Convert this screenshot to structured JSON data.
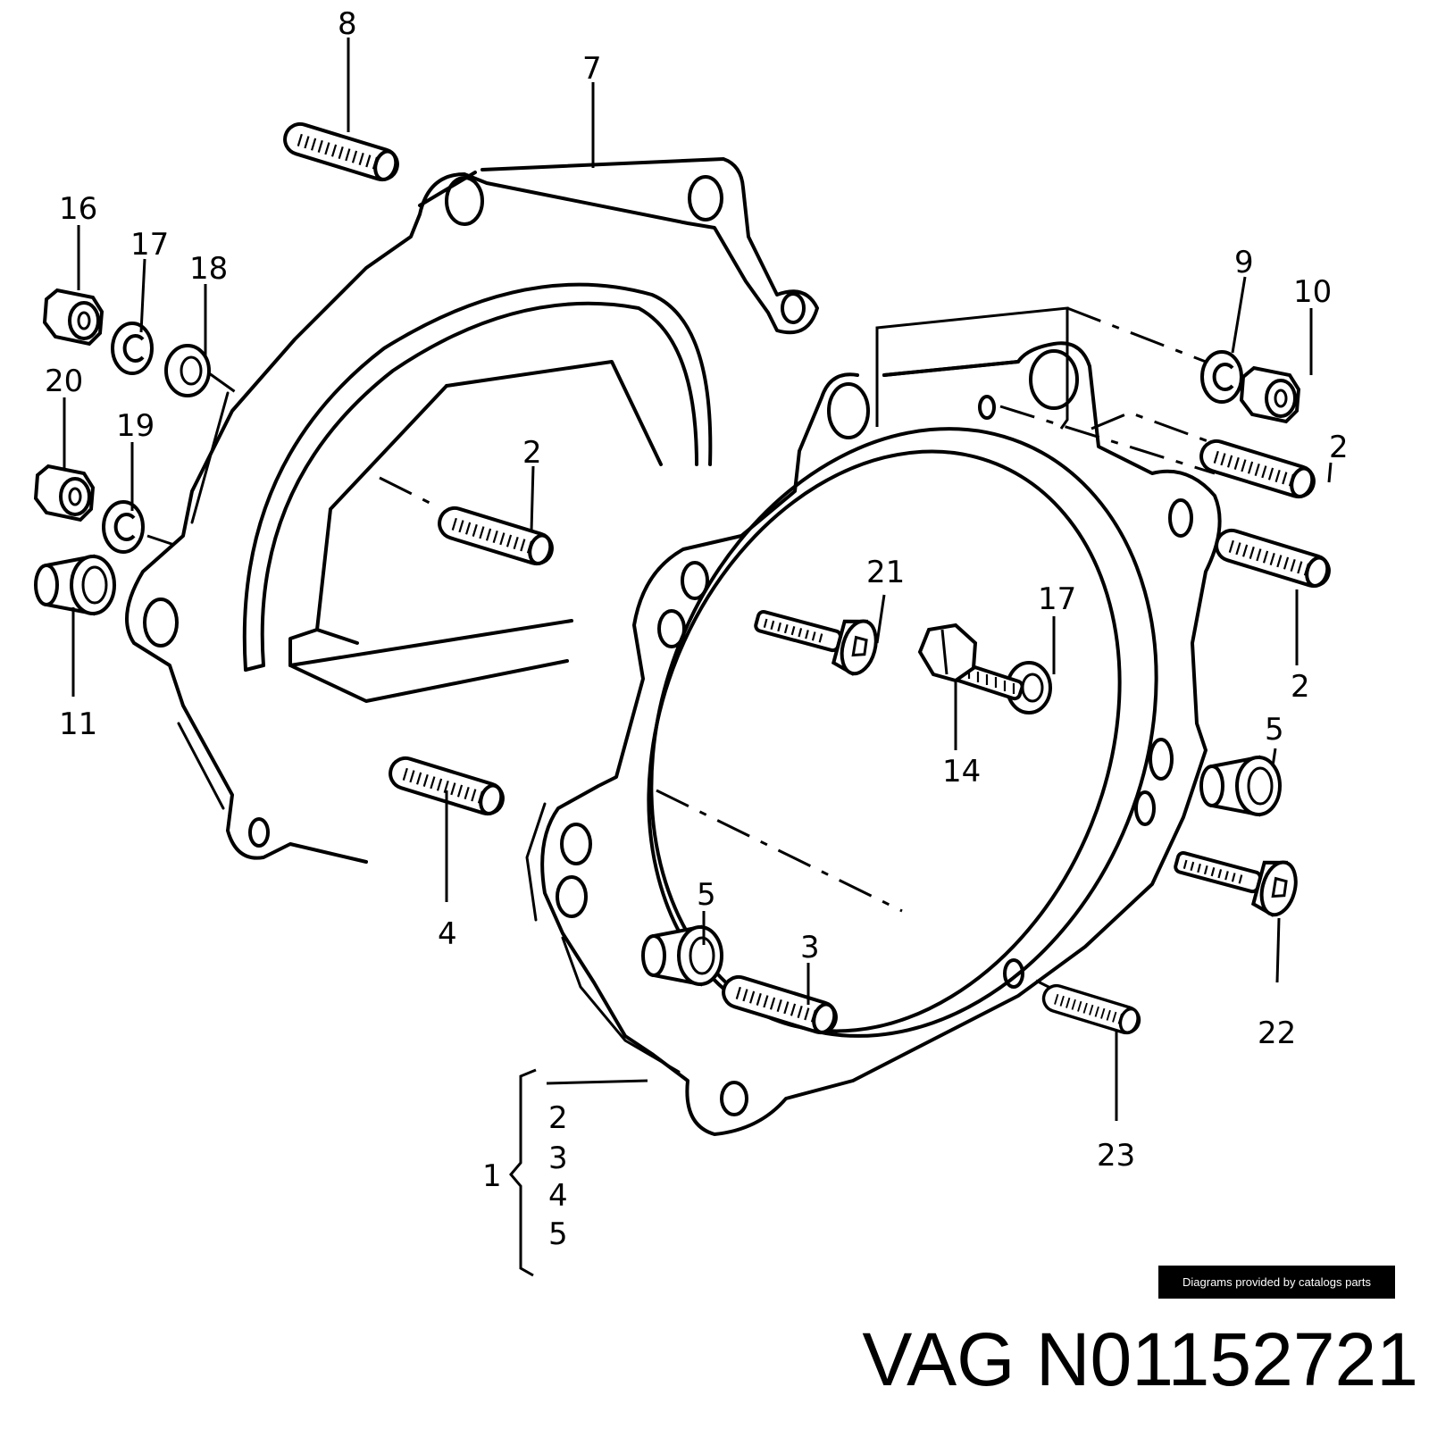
{
  "callouts": [
    {
      "id": "c8",
      "text": "8"
    },
    {
      "id": "c7",
      "text": "7"
    },
    {
      "id": "c16",
      "text": "16"
    },
    {
      "id": "c17a",
      "text": "17"
    },
    {
      "id": "c18",
      "text": "18"
    },
    {
      "id": "c20",
      "text": "20"
    },
    {
      "id": "c19",
      "text": "19"
    },
    {
      "id": "c11",
      "text": "11"
    },
    {
      "id": "c2a",
      "text": "2"
    },
    {
      "id": "c4",
      "text": "4"
    },
    {
      "id": "c9",
      "text": "9"
    },
    {
      "id": "c10",
      "text": "10"
    },
    {
      "id": "c2b",
      "text": "2"
    },
    {
      "id": "c2c",
      "text": "2"
    },
    {
      "id": "c21",
      "text": "21"
    },
    {
      "id": "c17b",
      "text": "17"
    },
    {
      "id": "c14",
      "text": "14"
    },
    {
      "id": "c5a",
      "text": "5"
    },
    {
      "id": "c5b",
      "text": "5"
    },
    {
      "id": "c3",
      "text": "3"
    },
    {
      "id": "c22",
      "text": "22"
    },
    {
      "id": "c23",
      "text": "23"
    }
  ],
  "kit": {
    "label": "1",
    "items": [
      "2",
      "3",
      "4",
      "5"
    ]
  },
  "credit": "Diagrams provided by catalogs parts",
  "part_number": "VAG N01152721"
}
